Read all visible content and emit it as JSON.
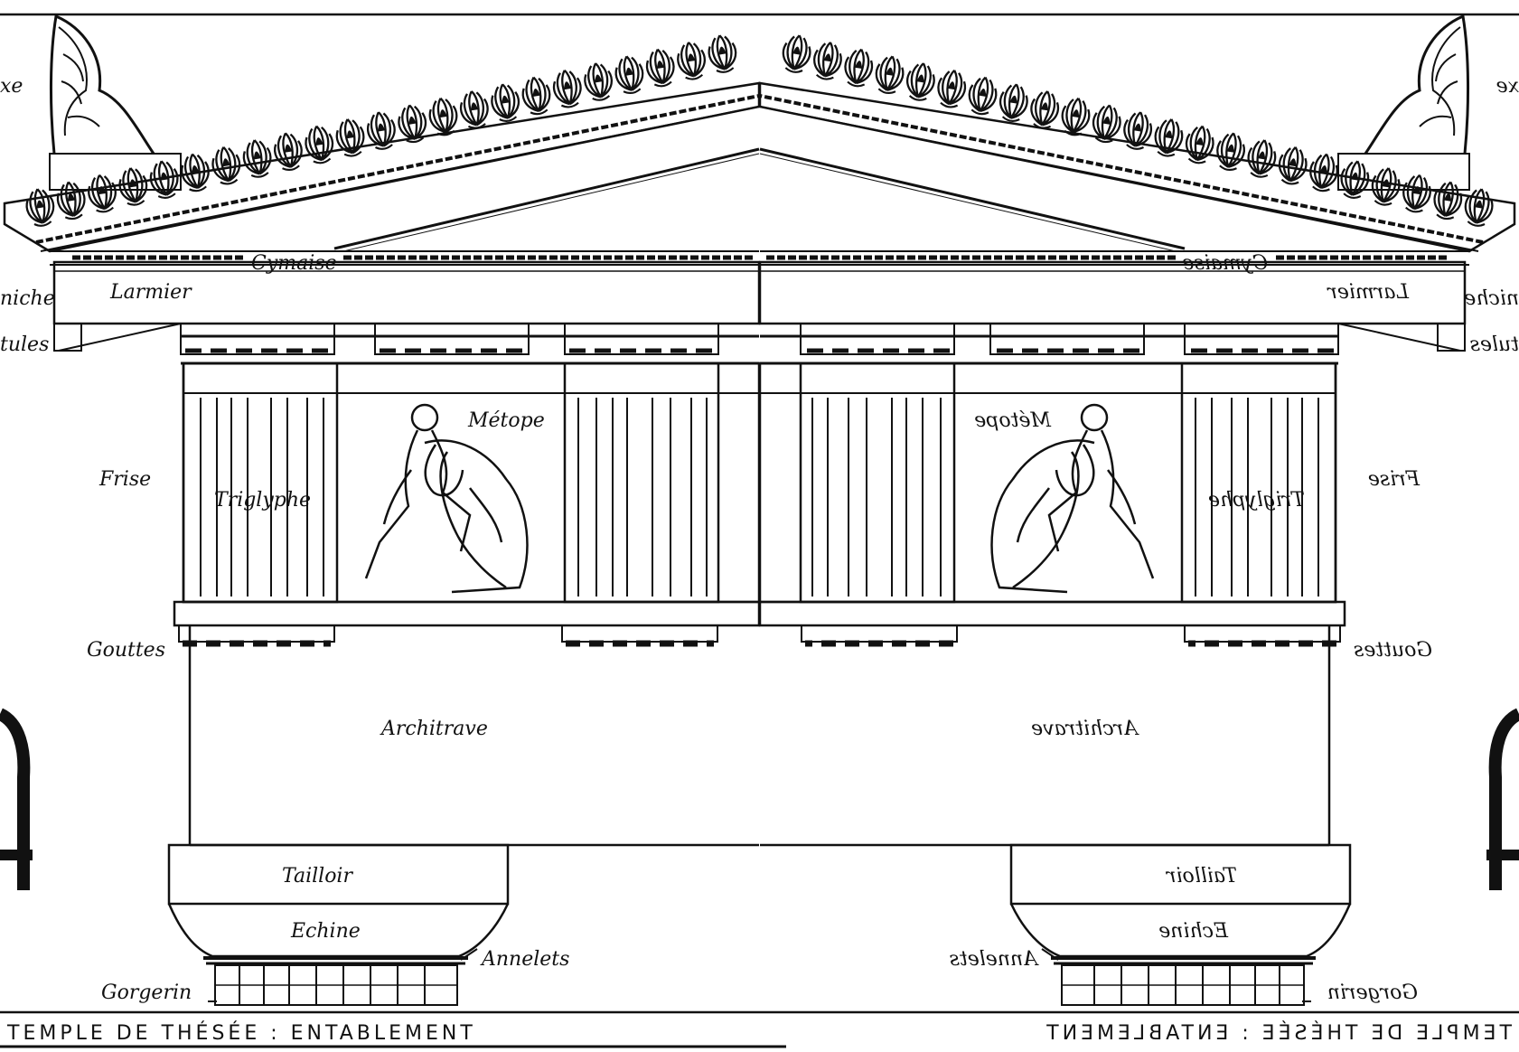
{
  "labels": {
    "acrotere": "xe",
    "cymaise": "Cymaise",
    "corniche": "niche",
    "larmier": "Larmier",
    "mutules": "tules",
    "metope": "Métope",
    "frise": "Frise",
    "triglyphe": "Triglyphe",
    "gouttes": "Gouttes",
    "architrave": "Architrave",
    "tailloir": "Tailloir",
    "echine": "Echine",
    "annelets": "Annelets",
    "gorgerin": "Gorgerin"
  },
  "caption": "TEMPLE DE THÉSÉE : ENTABLEMENT",
  "colors": {
    "ink": "#111111",
    "paper": "#ffffff"
  }
}
